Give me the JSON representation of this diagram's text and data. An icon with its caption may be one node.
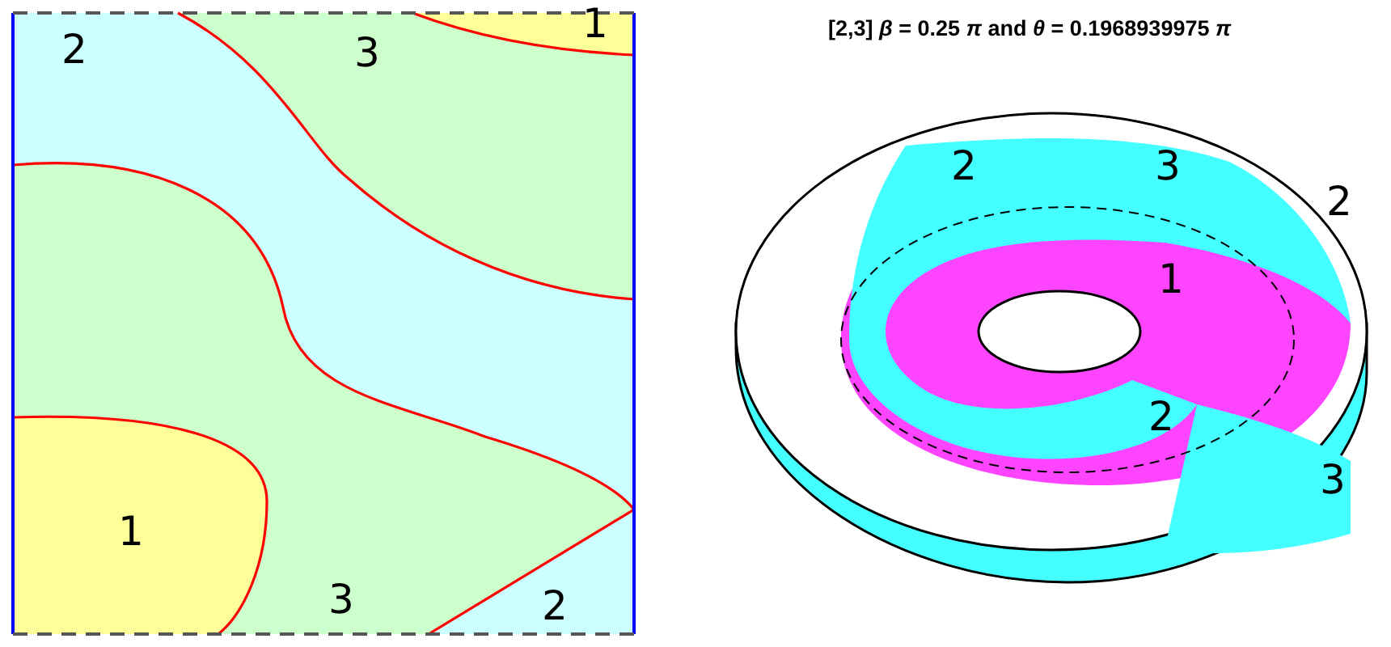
{
  "diagram": {
    "title": "[2,3] *β* = 0.25 *π* and *θ* = 0.1968939975 *π*",
    "labels": [
      "2",
      "3",
      "1",
      "1",
      "3",
      "2",
      "2",
      "3",
      "2",
      "1",
      "2",
      "3"
    ]
  }
}
